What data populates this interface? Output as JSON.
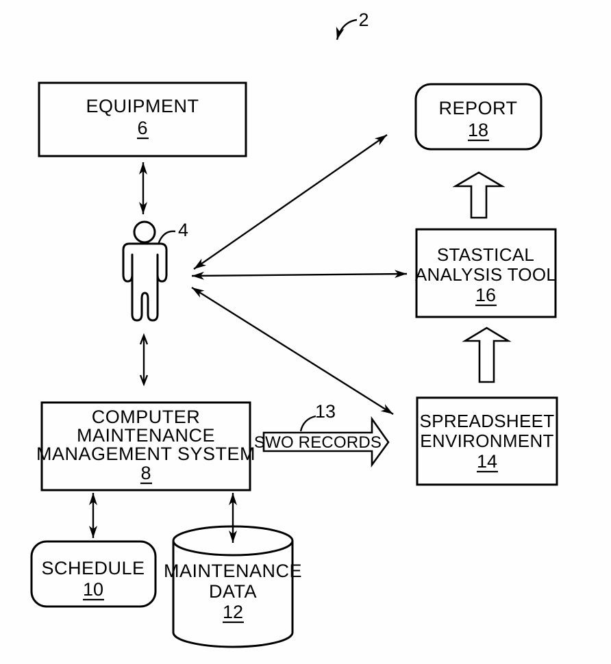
{
  "figure": {
    "system_ref": "2"
  },
  "nodes": {
    "equipment": {
      "title": "EQUIPMENT",
      "ref": "6"
    },
    "operator": {
      "ref": "4"
    },
    "cmms": {
      "line1": "COMPUTER",
      "line2": "MAINTENANCE",
      "line3": "MANAGEMENT SYSTEM",
      "ref": "8"
    },
    "schedule": {
      "title": "SCHEDULE",
      "ref": "10"
    },
    "maintenance_data": {
      "line1": "MAINTENANCE",
      "line2": "DATA",
      "ref": "12"
    },
    "swo_records": {
      "label": "SWO RECORDS",
      "ref": "13"
    },
    "spreadsheet": {
      "line1": "SPREADSHEET",
      "line2": "ENVIRONMENT",
      "ref": "14"
    },
    "statistical": {
      "line1": "STASTICAL",
      "line2": "ANALYSIS TOOL",
      "ref": "16"
    },
    "report": {
      "title": "REPORT",
      "ref": "18"
    }
  },
  "icons": {
    "person": "person-icon",
    "database": "database-cylinder-icon",
    "block_arrow_up": "block-arrow-up-icon",
    "swo_arrow": "swo-records-block-arrow-icon"
  },
  "colors": {
    "line": "#000000",
    "background": "#fefefe"
  }
}
